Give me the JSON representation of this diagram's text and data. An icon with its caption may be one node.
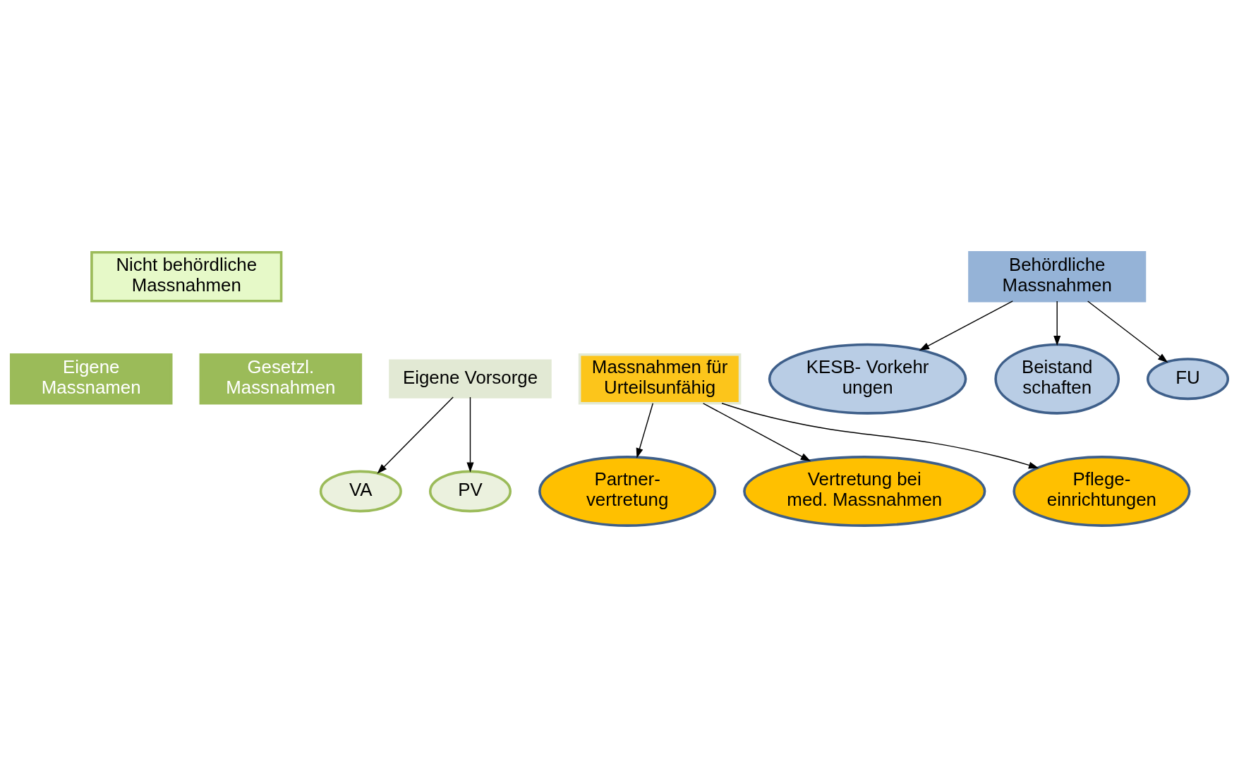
{
  "diagram": {
    "nodes": [
      {
        "text": [
          "Nicht behördliche Massnahmen"
        ]
      },
      {
        "text": [
          "Eigene Massnamen"
        ]
      },
      {
        "text": [
          "Eigene Vorsorge"
        ]
      },
      {
        "text": [
          "Gesetzl. Massnahmen"
        ]
      },
      {
        "text": [
          "Massnahmen für Urteilsunfähig"
        ]
      },
      {
        "text": [
          "VA"
        ]
      },
      {
        "text": [
          "PV"
        ]
      },
      {
        "text": [
          "Partner- vertretung"
        ]
      },
      {
        "text": [
          "Vertretung bei med. Massnahmen"
        ]
      },
      {
        "text": [
          "Pflege- einrichtungen"
        ]
      },
      {
        "text": [
          "Behördliche Massnahmen"
        ]
      },
      {
        "text": [
          "KESB- Vorkehr ungen"
        ]
      },
      {
        "text": [
          "Beistand schaften"
        ]
      },
      {
        "text": [
          "FU"
        ]
      }
    ],
    "edges": [
      {
        "from": 2,
        "to": 5,
        "arrow": "to"
      },
      {
        "from": 2,
        "to": 6,
        "arrow": "to"
      },
      {
        "from": 4,
        "to": 7,
        "arrow": "to"
      },
      {
        "from": 4,
        "to": 8,
        "arrow": "to"
      },
      {
        "from": 4,
        "to": 9,
        "arrow": "to"
      },
      {
        "from": 10,
        "to": 11,
        "arrow": "to"
      },
      {
        "from": 10,
        "to": 12,
        "arrow": "to"
      },
      {
        "from": 10,
        "to": 13,
        "arrow": "to"
      }
    ]
  }
}
